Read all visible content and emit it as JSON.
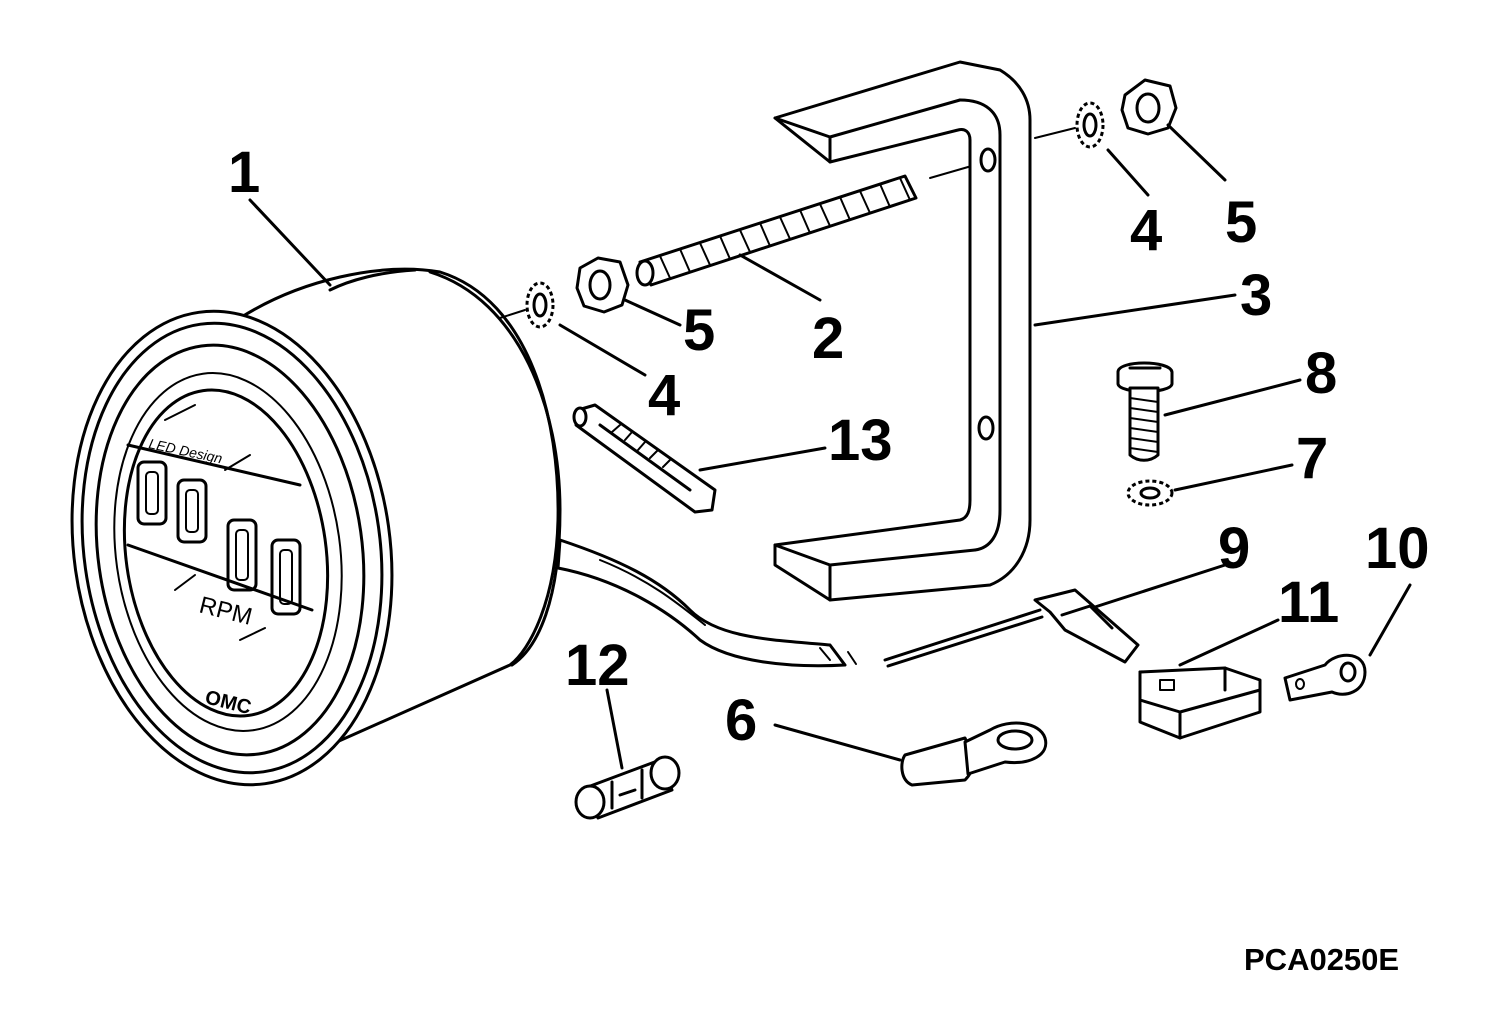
{
  "diagram": {
    "figure_code": "PCA0250E",
    "face": {
      "reading_label": "RPM",
      "brand": "OMC",
      "small_print": "LED Design"
    },
    "callouts": {
      "c1": "1",
      "c2": "2",
      "c3": "3",
      "c4a": "4",
      "c4b": "4",
      "c5a": "5",
      "c5b": "5",
      "c6": "6",
      "c7": "7",
      "c8": "8",
      "c9": "9",
      "c10": "10",
      "c11": "11",
      "c12": "12",
      "c13": "13"
    }
  }
}
